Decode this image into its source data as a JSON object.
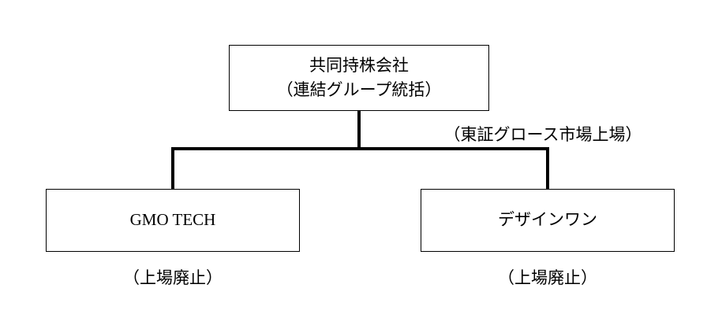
{
  "chart": {
    "parent": {
      "line1": "共同持株会社",
      "line2": "（連結グループ統括）"
    },
    "note": "（東証グロース市場上場）",
    "children": [
      {
        "label": "GMO TECH",
        "status": "（上場廃止）"
      },
      {
        "label": "デザインワン",
        "status": "（上場廃止）"
      }
    ]
  }
}
